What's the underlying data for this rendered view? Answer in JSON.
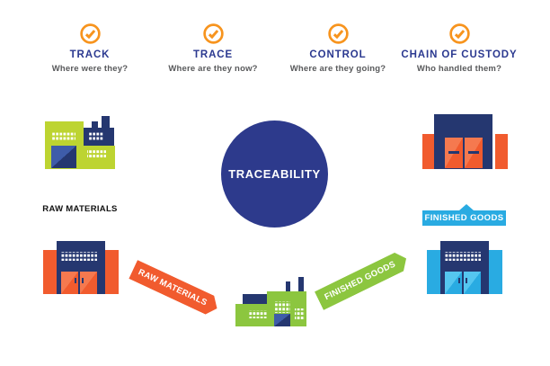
{
  "diagram": {
    "center_label": "TRACEABILITY",
    "steps": [
      {
        "label": "TRACK",
        "question": "Where were they?"
      },
      {
        "label": "TRACE",
        "question": "Where are they now?"
      },
      {
        "label": "CONTROL",
        "question": "Where are they going?"
      },
      {
        "label": "CHAIN OF CUSTODY",
        "question": "Who handled them?"
      }
    ],
    "left_caption": "RAW MATERIALS",
    "ribbons": {
      "raw": "RAW MATERIALS",
      "finished": "FINISHED GOODS"
    },
    "banner": "FINISHED GOODS",
    "icons": {
      "step_icon": "check-circle-icon",
      "top_left": "factory-icon",
      "bottom_left": "warehouse-icon",
      "top_right": "store-icon",
      "bottom_right": "warehouse-icon",
      "bottom_center": "factory-icon"
    },
    "colors": {
      "step_title_blue": "#2b3990",
      "step_question_gray": "#58595b",
      "check_orange": "#f7941e",
      "circle_navy": "#2d3a8c",
      "building_navy": "#253770",
      "door_glass_blue": "#3e5ca9",
      "lime_green": "#bdd431",
      "green": "#8cc63f",
      "orange": "#f15b2e",
      "orange_light": "#f5794f",
      "cyan": "#29abe2",
      "cyan_light": "#55c6f0",
      "caption_black": "#111111"
    }
  }
}
